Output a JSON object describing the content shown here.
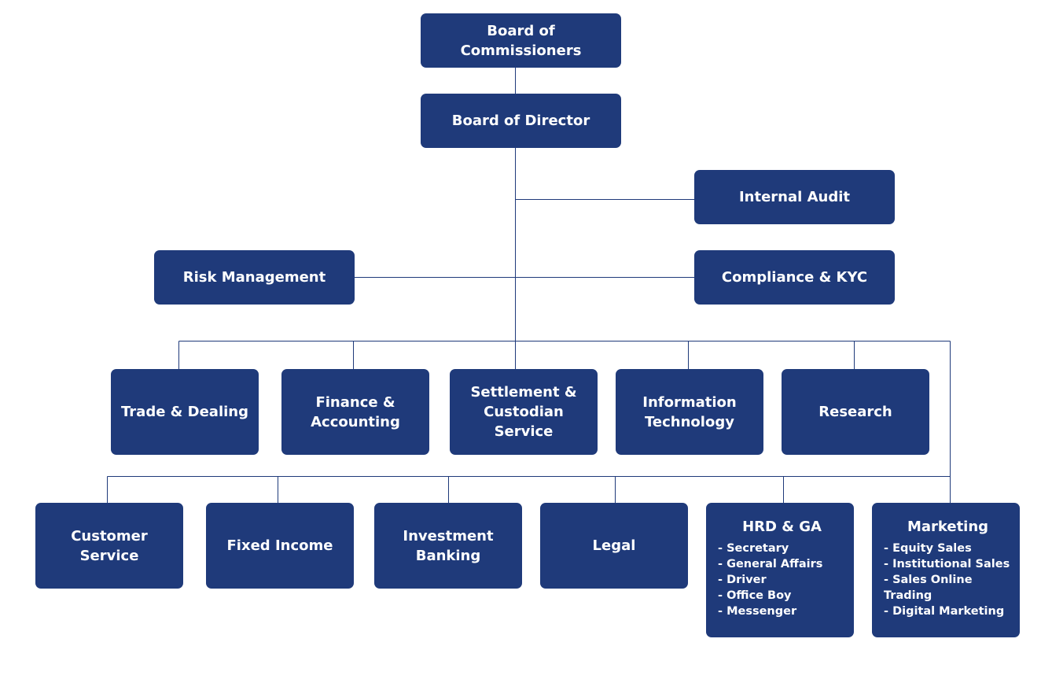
{
  "nodes": {
    "commissioners": {
      "label": "Board of\nCommissioners"
    },
    "directors": {
      "label": "Board of Director"
    },
    "internal_audit": {
      "label": "Internal Audit"
    },
    "risk_management": {
      "label": "Risk Management"
    },
    "compliance": {
      "label": "Compliance & KYC"
    },
    "trade_dealing": {
      "label": "Trade & Dealing"
    },
    "finance": {
      "label": "Finance &\nAccounting"
    },
    "settlement": {
      "label": "Settlement &\nCustodian\nService"
    },
    "it": {
      "label": "Information\nTechnology"
    },
    "research": {
      "label": "Research"
    },
    "customer_service": {
      "label": "Customer\nService"
    },
    "fixed_income": {
      "label": "Fixed Income"
    },
    "investment_banking": {
      "label": "Investment\nBanking"
    },
    "legal": {
      "label": "Legal"
    },
    "hrd": {
      "label": "HRD & GA",
      "items": [
        "- Secretary",
        "- General  Affairs",
        "- Driver",
        "- Office Boy",
        "- Messenger"
      ]
    },
    "marketing": {
      "label": "Marketing",
      "items": [
        "- Equity Sales",
        "- Institutional Sales",
        "- Sales Online\nTrading",
        "- Digital Marketing"
      ]
    }
  },
  "colors": {
    "box_fill": "#1f3a7a",
    "box_text": "#ffffff",
    "connector": "#1f3a7a"
  }
}
